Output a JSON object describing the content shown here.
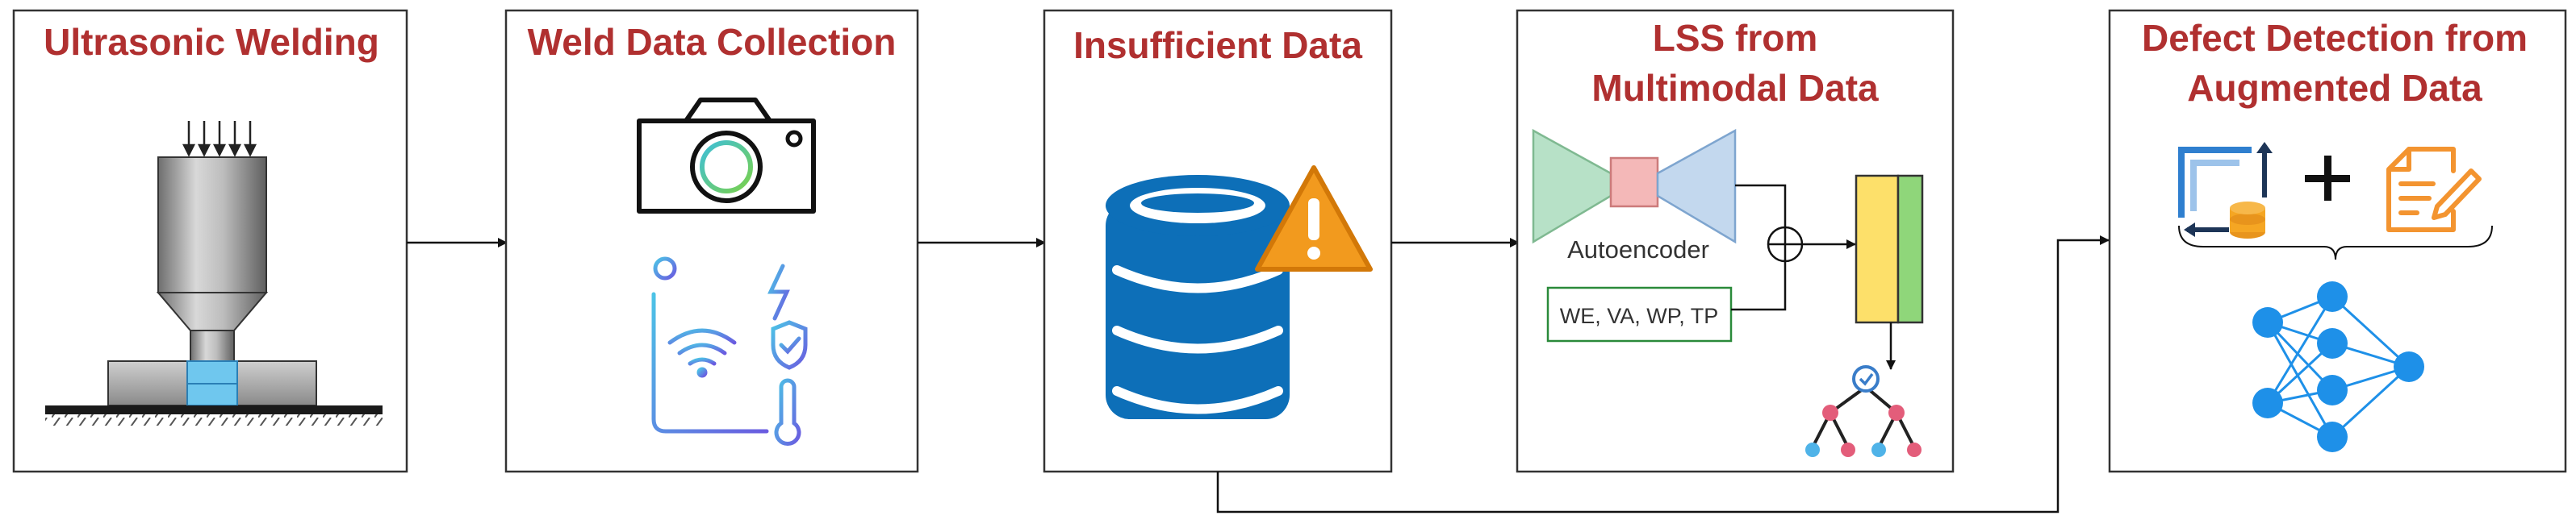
{
  "panels": [
    {
      "title": "Ultrasonic Welding"
    },
    {
      "title": "Weld Data Collection"
    },
    {
      "title": "Insufficient Data"
    },
    {
      "title_line1": "LSS from",
      "title_line2": "Multimodal Data",
      "autoencoder_label": "Autoencoder",
      "features_label": "WE, VA, WP, TP"
    },
    {
      "title_line1": "Defect Detection from",
      "title_line2": "Augmented Data"
    }
  ],
  "colors": {
    "title": "#b03030",
    "encoder_green": "#b7e1c7",
    "latent_pink": "#f4b8b8",
    "decoder_blue": "#c3d8ee",
    "bar_yellow": "#fde06a",
    "bar_green": "#8fd67a",
    "database_blue": "#0d6fb8",
    "warning_orange": "#f29a1e",
    "network_blue": "#1e90e8",
    "document_orange": "#f39430"
  },
  "icons": [
    "ultrasonic-welder-icon",
    "camera-icon",
    "iot-sensor-board-icon",
    "database-icon",
    "warning-icon",
    "autoencoder-icon",
    "concat-icon",
    "feature-bar-icon",
    "decision-tree-icon",
    "data-augment-icon",
    "plus-icon",
    "document-edit-icon",
    "neural-network-icon"
  ]
}
